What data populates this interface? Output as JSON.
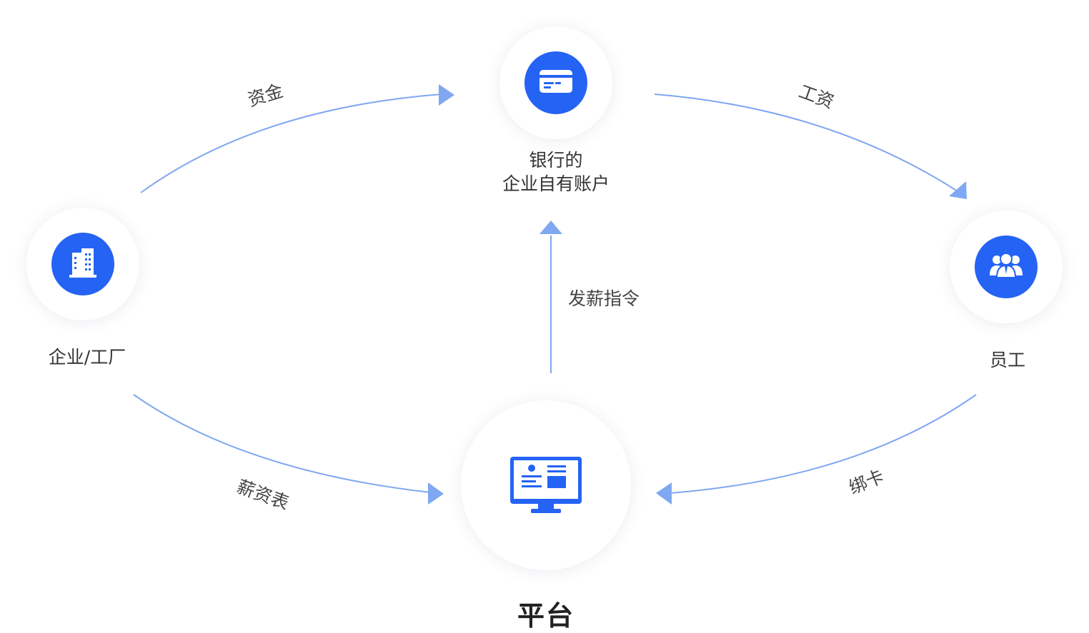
{
  "nodes": {
    "bank": {
      "line1": "银行的",
      "line2": "企业自有账户",
      "icon": "card-icon"
    },
    "enterprise": {
      "label": "企业/工厂",
      "icon": "building-icon"
    },
    "employee": {
      "label": "员工",
      "icon": "users-icon"
    },
    "platform": {
      "label": "平台",
      "icon": "monitor-dashboard-icon"
    }
  },
  "edges": {
    "funds": "资金",
    "salary": "工资",
    "payroll_instruction": "发薪指令",
    "payroll_sheet": "薪资表",
    "bind_card": "绑卡"
  },
  "colors": {
    "accent": "#2563f5",
    "line": "#7fa7f2",
    "text": "#333333"
  }
}
